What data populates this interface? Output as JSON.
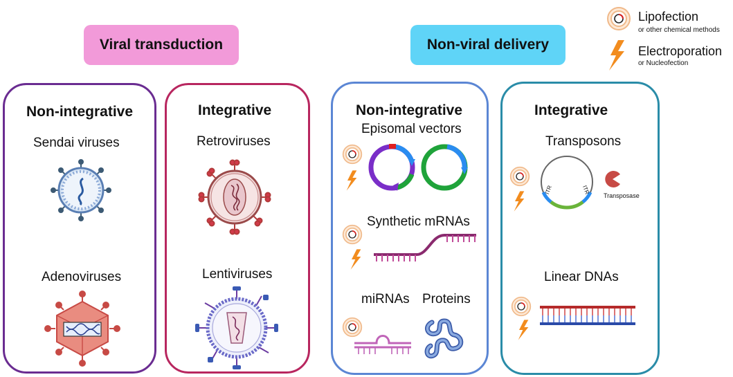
{
  "legend": {
    "lipofection": "Lipofection",
    "lipofection_sub": "or other chemical methods",
    "electroporation": "Electroporation",
    "electroporation_sub": "or Nucleofection"
  },
  "groups": {
    "viral": "Viral transduction",
    "nonviral": "Non-viral delivery"
  },
  "panels": {
    "viral_nonint": {
      "title": "Non-integrative",
      "item1": "Sendai viruses",
      "item2": "Adenoviruses"
    },
    "viral_int": {
      "title": "Integrative",
      "item1": "Retroviruses",
      "item2": "Lentiviruses"
    },
    "nonviral_nonint": {
      "title": "Non-integrative",
      "item1": "Episomal vectors",
      "item2": "Synthetic mRNAs",
      "item3": "miRNAs",
      "item4": "Proteins"
    },
    "nonviral_int": {
      "title": "Integrative",
      "item1": "Transposons",
      "itr_left": "ITR",
      "itr_right": "ITR",
      "enzyme": "Transposase",
      "item2": "Linear DNAs"
    }
  },
  "colors": {
    "viral_pill": "#f29ad9",
    "nonviral_pill": "#5fd4f7",
    "border_viral_nonint": "#6a2c91",
    "border_viral_int": "#b8265f",
    "border_nonviral_nonint": "#5b86d4",
    "border_nonviral_int": "#2a8ca8",
    "lightning": "#f28c1e"
  }
}
